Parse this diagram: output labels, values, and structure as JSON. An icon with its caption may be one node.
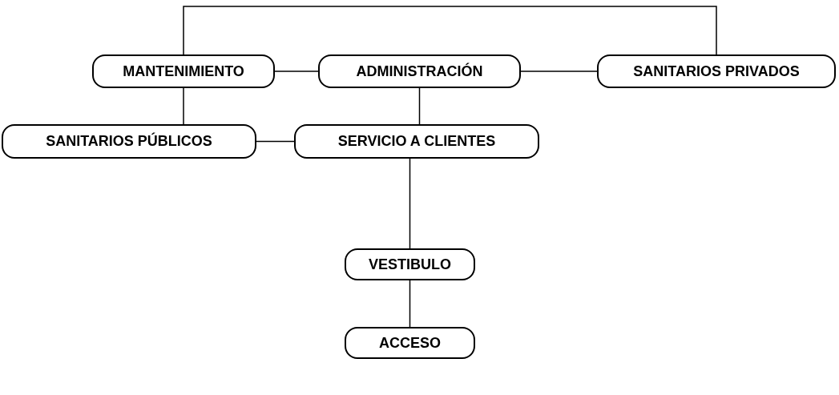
{
  "diagram": {
    "nodes": [
      {
        "text": [
          "MANTENIMIENTO"
        ]
      },
      {
        "text": [
          "ADMINISTRACIÓN"
        ]
      },
      {
        "text": [
          "SANITARIOS PRIVADOS"
        ]
      },
      {
        "text": [
          "SANITARIOS PÚBLICOS"
        ]
      },
      {
        "text": [
          "SERVICIO A CLIENTES"
        ]
      },
      {
        "text": [
          "VESTIBULO"
        ]
      },
      {
        "text": [
          "ACCESO"
        ]
      }
    ],
    "edges": [
      {
        "from": 0,
        "to": 1,
        "arrow": "none"
      },
      {
        "from": 1,
        "to": 2,
        "arrow": "none"
      },
      {
        "from": 0,
        "to": 2,
        "arrow": "none"
      },
      {
        "from": 0,
        "to": 3,
        "arrow": "none"
      },
      {
        "from": 3,
        "to": 4,
        "arrow": "none"
      },
      {
        "from": 1,
        "to": 4,
        "arrow": "none"
      },
      {
        "from": 4,
        "to": 5,
        "arrow": "none"
      },
      {
        "from": 5,
        "to": 6,
        "arrow": "none"
      }
    ]
  }
}
